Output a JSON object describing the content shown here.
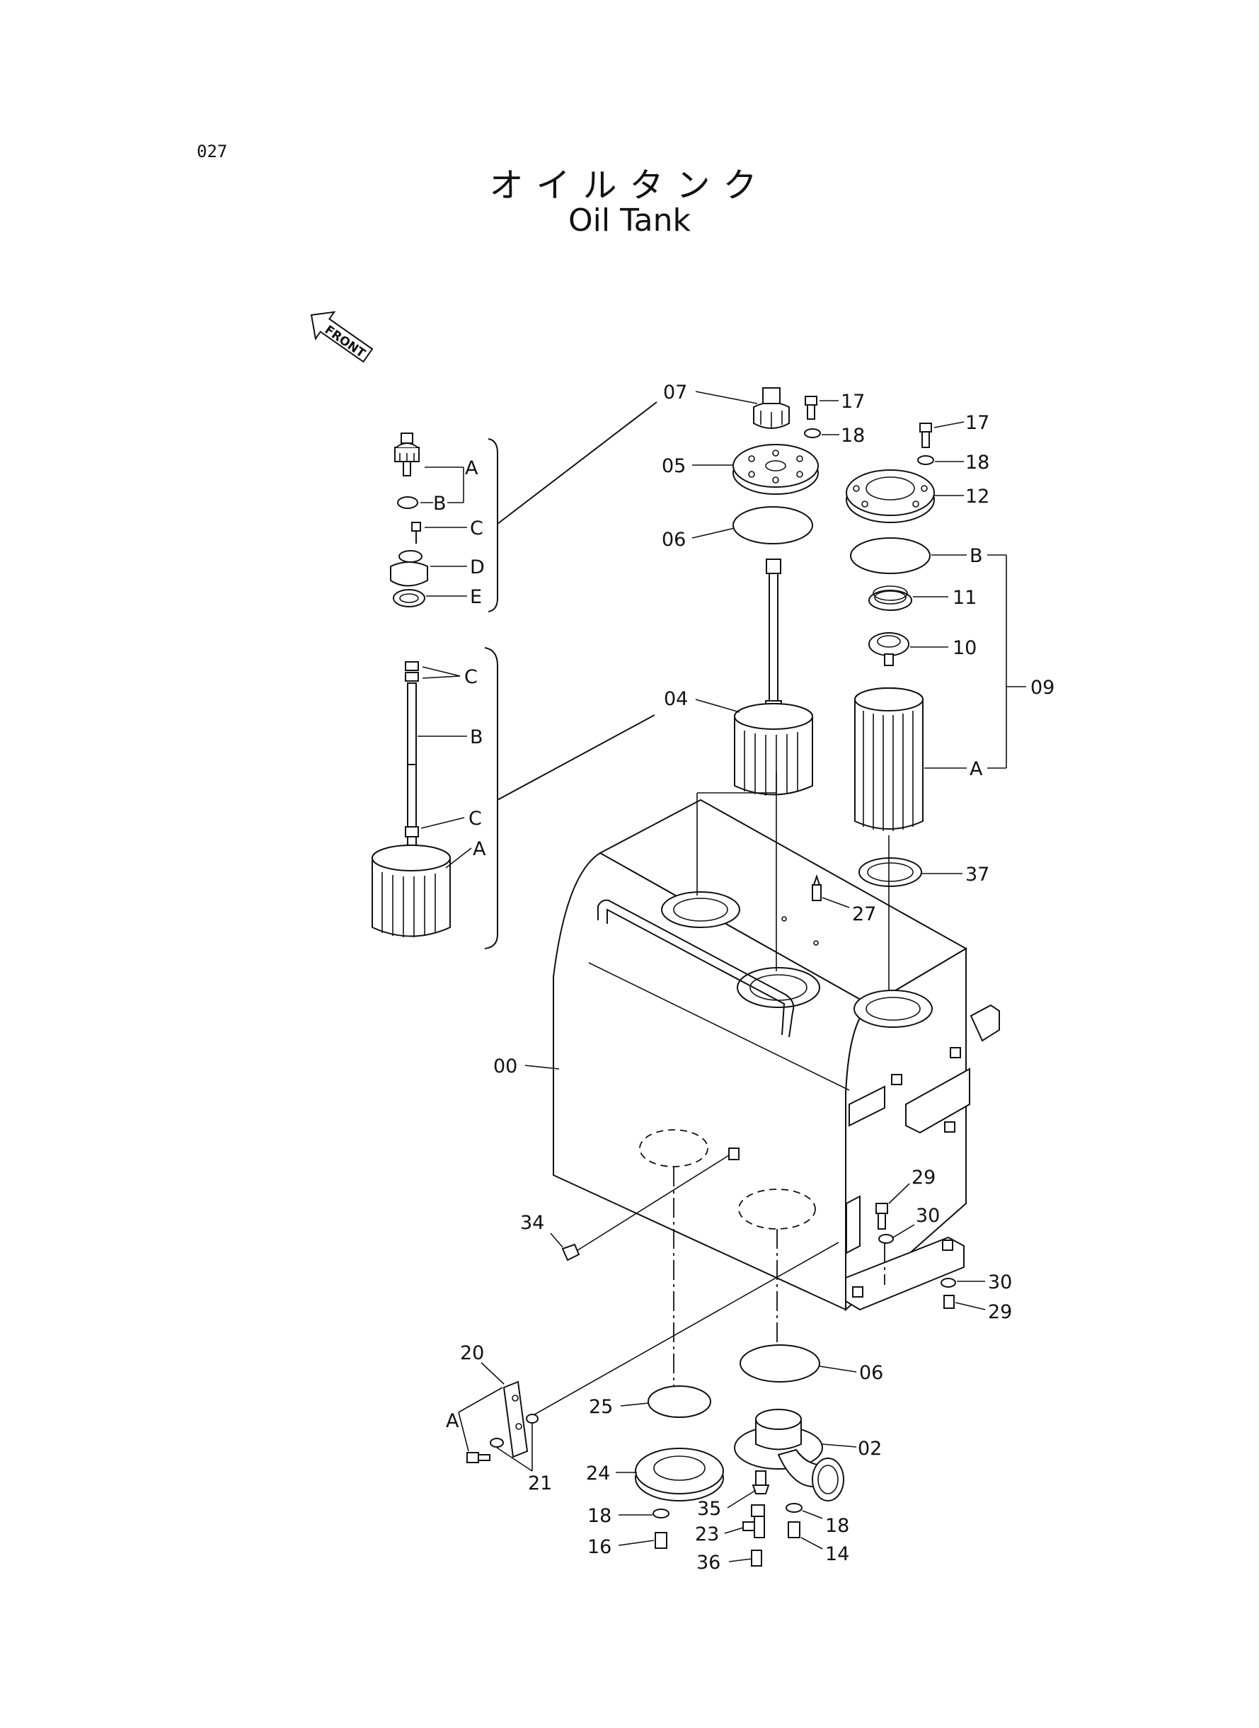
{
  "page": {
    "number": "027"
  },
  "title": {
    "japanese": "オイルタンク",
    "english": "Oil Tank"
  },
  "direction_marker": {
    "text": "FRONT",
    "icon": "front-arrow-icon"
  },
  "callouts": {
    "p07": "07",
    "p17a": "17",
    "p18a": "18",
    "p17b": "17",
    "p18b": "18",
    "p05": "05",
    "p12": "12",
    "p06a": "06",
    "pB_09": "B",
    "p11": "11",
    "p10": "10",
    "p09": "09",
    "p04": "04",
    "pA_09": "A",
    "p37": "37",
    "p27": "27",
    "p00": "00",
    "p29a": "29",
    "p30a": "30",
    "p34": "34",
    "p30b": "30",
    "p29b": "29",
    "p06b": "06",
    "p20": "20",
    "p25": "25",
    "p02": "02",
    "pA_20": "A",
    "p21": "21",
    "p24": "24",
    "p35": "35",
    "p18c": "18",
    "p18d": "18",
    "p23": "23",
    "p16": "16",
    "p14": "14",
    "p36": "36"
  },
  "detail_07": {
    "A": "A",
    "B": "B",
    "C": "C",
    "D": "D",
    "E": "E"
  },
  "detail_04": {
    "C1": "C",
    "B": "B",
    "C2": "C",
    "A": "A"
  }
}
